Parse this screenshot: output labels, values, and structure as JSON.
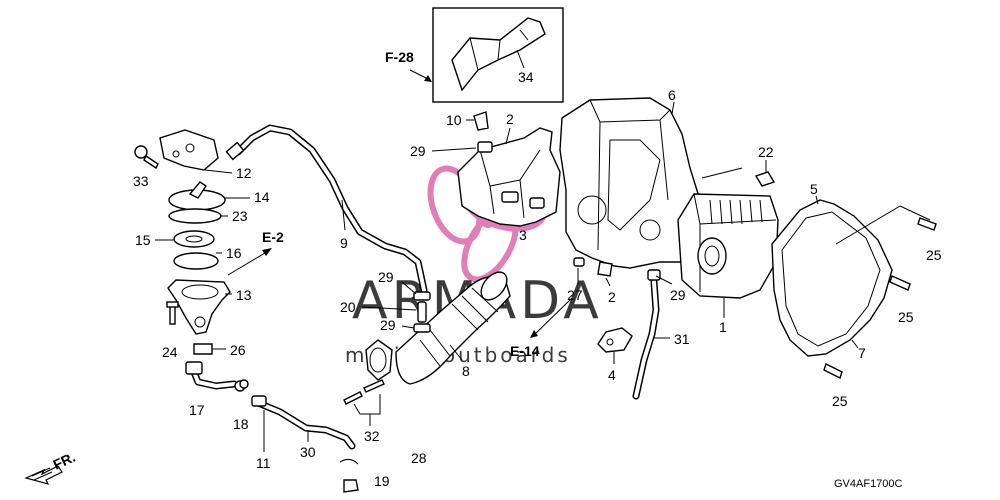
{
  "diagram": {
    "code": "GV4AF1700C",
    "direction_label": "FR.",
    "watermark": {
      "brand": "ARMADA",
      "tagline": "marine outboards",
      "color": "#e07fb5"
    },
    "callouts": [
      {
        "id": "1"
      },
      {
        "id": "2"
      },
      {
        "id": "2"
      },
      {
        "id": "3"
      },
      {
        "id": "4"
      },
      {
        "id": "5"
      },
      {
        "id": "6"
      },
      {
        "id": "7"
      },
      {
        "id": "8"
      },
      {
        "id": "9"
      },
      {
        "id": "10"
      },
      {
        "id": "11"
      },
      {
        "id": "12"
      },
      {
        "id": "13"
      },
      {
        "id": "14"
      },
      {
        "id": "15"
      },
      {
        "id": "16"
      },
      {
        "id": "17"
      },
      {
        "id": "18"
      },
      {
        "id": "19"
      },
      {
        "id": "20"
      },
      {
        "id": "22"
      },
      {
        "id": "23"
      },
      {
        "id": "24"
      },
      {
        "id": "25"
      },
      {
        "id": "25"
      },
      {
        "id": "25"
      },
      {
        "id": "26"
      },
      {
        "id": "27"
      },
      {
        "id": "28"
      },
      {
        "id": "29"
      },
      {
        "id": "29"
      },
      {
        "id": "29"
      },
      {
        "id": "29"
      },
      {
        "id": "30"
      },
      {
        "id": "31"
      },
      {
        "id": "32"
      },
      {
        "id": "33"
      },
      {
        "id": "34"
      }
    ],
    "references": [
      "F-28",
      "E-2",
      "E-14"
    ]
  }
}
